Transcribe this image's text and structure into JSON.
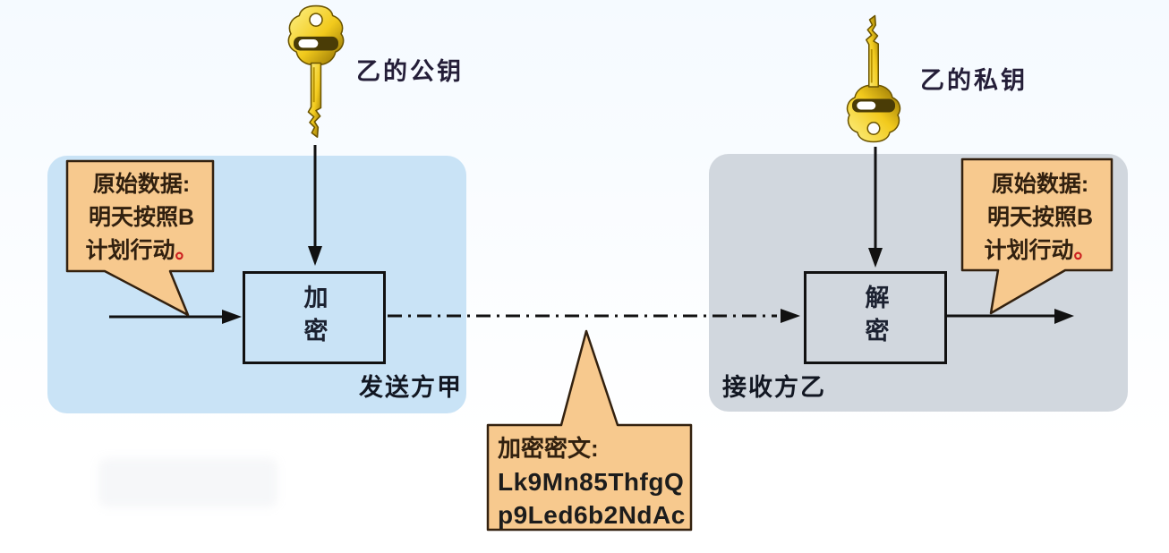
{
  "colors": {
    "bg-top": "#f5faff",
    "panel-blue": "#c9e3f6",
    "panel-gray": "#d1d7de",
    "bubble-fill": "#f7c98e",
    "bubble-border": "#33210f",
    "bubble-text": "#31200f",
    "ink": "#111111",
    "text-dark": "#121722",
    "red-mark": "#cc2020",
    "gold-light": "#fdf28a",
    "gold-mid": "#f2ca1d",
    "gold-dark": "#8a6a00",
    "gold-outline": "#6b5400"
  },
  "keys": {
    "public_label": "乙的公钥",
    "private_label": "乙的私钥"
  },
  "sender": {
    "panel_label": "发送方甲",
    "process_label": "加密",
    "bubble": {
      "line1": "原始数据:",
      "line2": "明天按照B",
      "line3": "计划行动",
      "period": "。"
    }
  },
  "receiver": {
    "panel_label": "接收方乙",
    "process_label": "解密",
    "bubble": {
      "line1": "原始数据:",
      "line2": "明天按照B",
      "line3": "计划行动",
      "period": "。"
    }
  },
  "ciphertext": {
    "title": "加密密文:",
    "line1": "Lk9Mn85ThfgQ",
    "line2": "p9Led6b2NdAc"
  }
}
